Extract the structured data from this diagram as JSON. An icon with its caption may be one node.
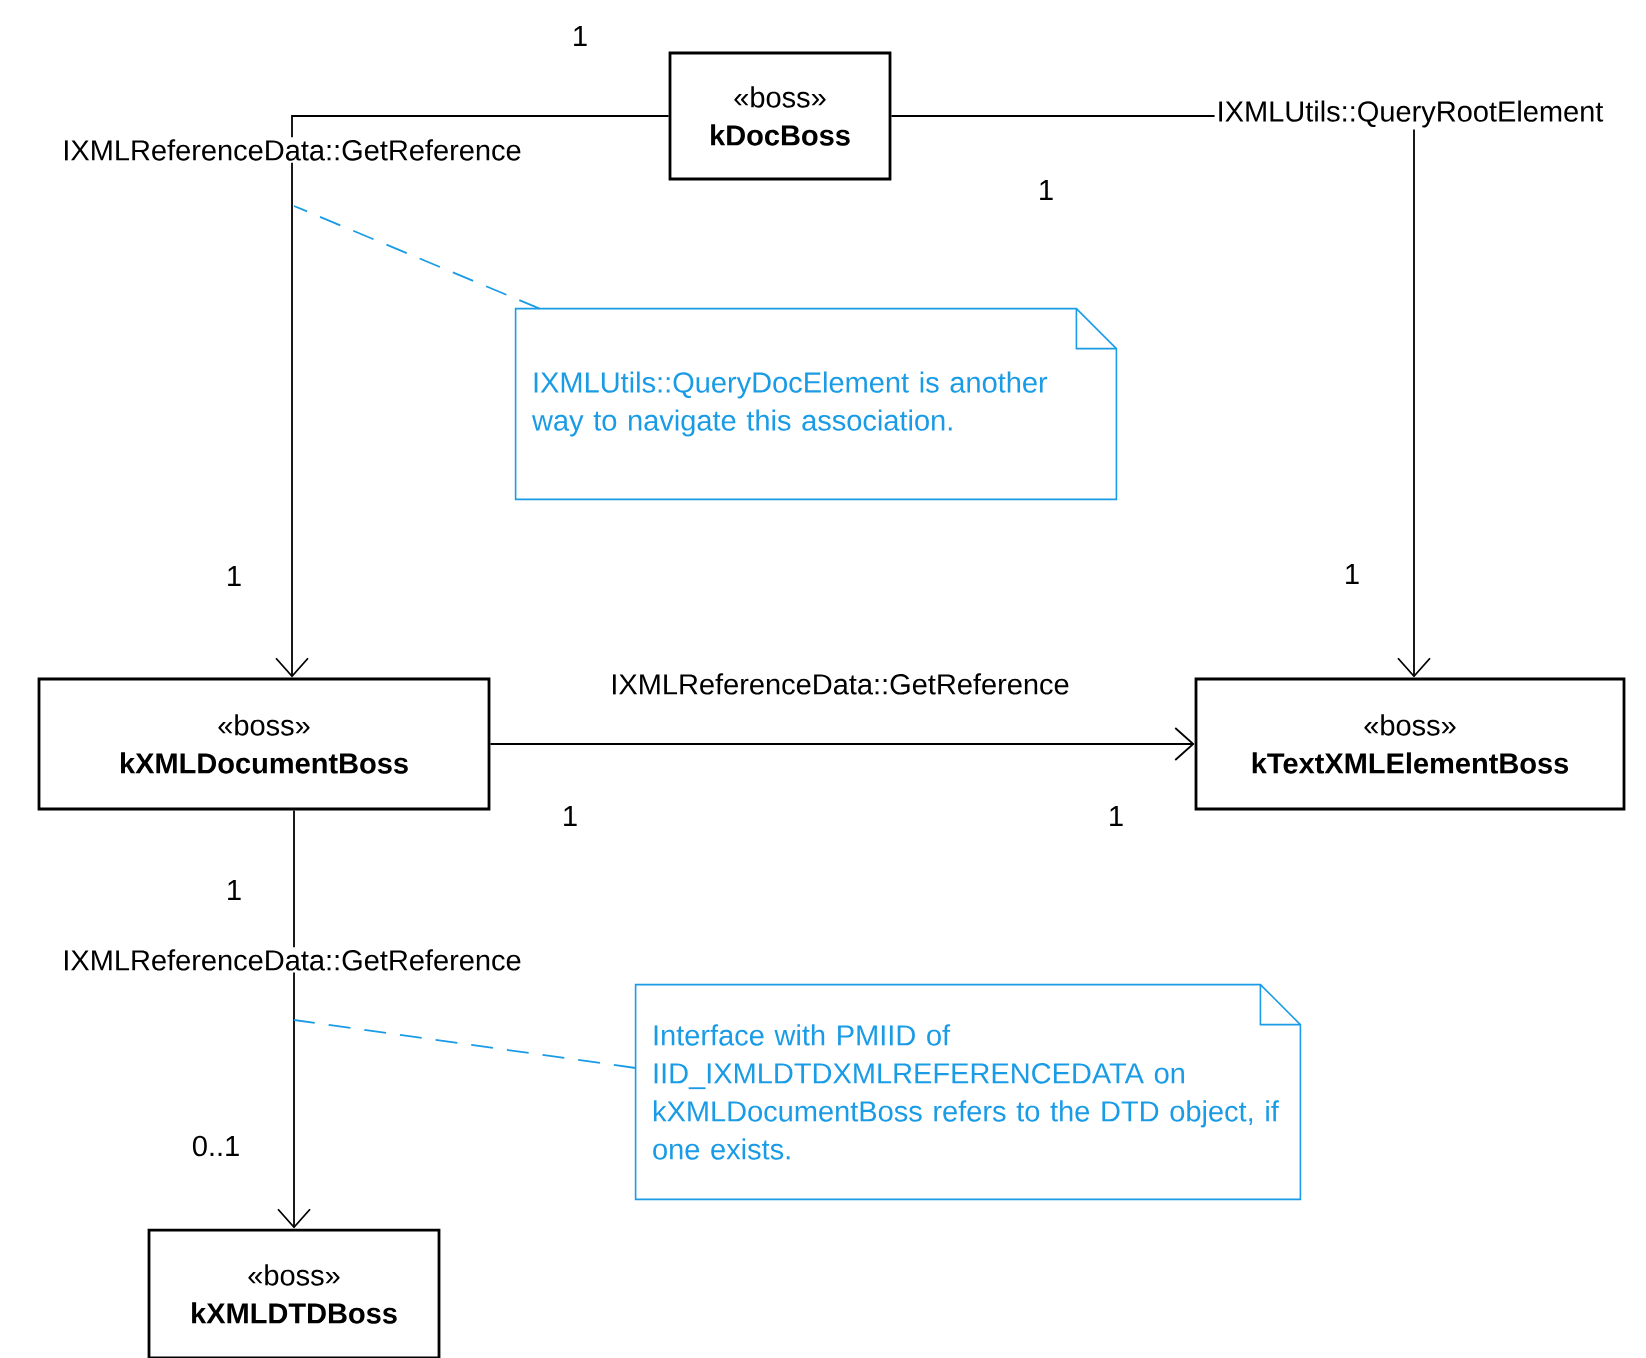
{
  "diagram": {
    "nodes": [
      {
        "text": [
          "«boss»",
          "kDocBoss"
        ]
      },
      {
        "text": [
          "IXMLUtils::QueryDocElement is another way to navigate this association."
        ]
      },
      {
        "text": [
          "«boss»",
          "kXMLDocumentBoss"
        ]
      },
      {
        "text": [
          "«boss»",
          "kTextXMLElementBoss"
        ]
      },
      {
        "text": [
          "Interface with PMIID of IID_IXMLDTDXMLREFERENCEDATA on kXMLDocumentBoss refers to the DTD object, if one exists."
        ]
      },
      {
        "text": [
          "«boss»",
          "kXMLDTDBoss"
        ]
      }
    ],
    "edges": [
      {
        "from": 0,
        "to": 2,
        "arrow": "to",
        "label": "IXMLReferenceData::GetReference"
      },
      {
        "from": 0,
        "to": 3,
        "arrow": "to",
        "label": "IXMLUtils::QueryRootElement"
      },
      {
        "from": 2,
        "to": 3,
        "arrow": "to",
        "label": "IXMLReferenceData::GetReference"
      },
      {
        "from": 2,
        "to": 5,
        "arrow": "to",
        "label": "IXMLReferenceData::GetReference"
      },
      {
        "from": 1,
        "to": null,
        "arrow": "none",
        "style": "dashed",
        "color": "#1a9be6"
      },
      {
        "from": 4,
        "to": null,
        "arrow": "none",
        "style": "dashed",
        "color": "#1a9be6"
      }
    ],
    "labels": [
      "1",
      "1",
      "1",
      "1",
      "1",
      "1",
      "1",
      "0..1"
    ]
  }
}
